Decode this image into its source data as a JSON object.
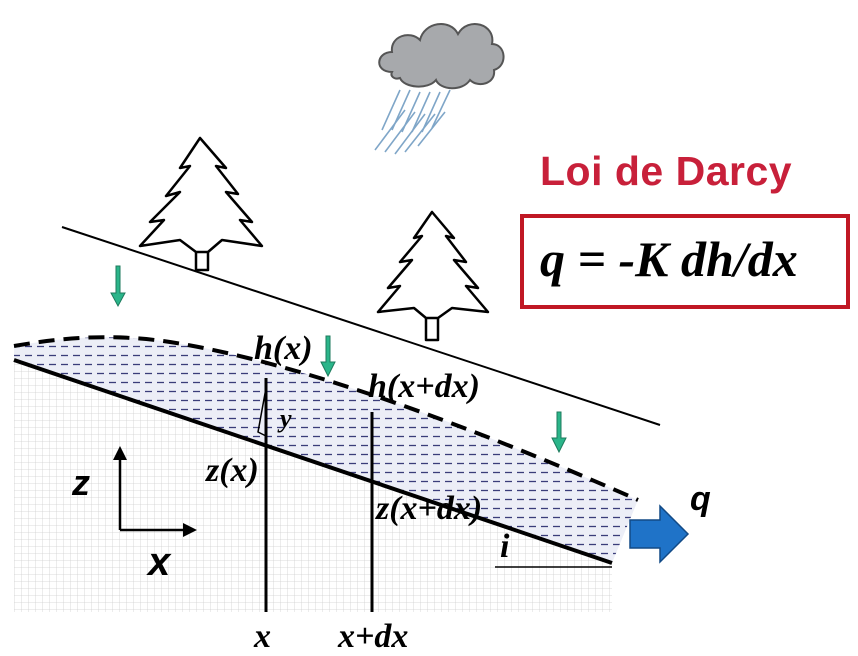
{
  "title": "Loi de Darcy",
  "equation": "q = -K dh/dx",
  "labels": {
    "h_x": "h(x)",
    "h_x_dx": "h(x+dx)",
    "y": "y",
    "z_x": "z(x)",
    "z_x_dx": "z(x+dx)",
    "i": "i",
    "x_bottom": "x",
    "x_dx_bottom": "x+dx",
    "q_out": "q",
    "axis_z": "z",
    "axis_x": "x"
  },
  "icons": [
    "cloud-rain-icon",
    "pine-tree-icon",
    "pine-tree-icon",
    "infiltration-arrow-icon",
    "outflow-arrow-icon"
  ],
  "colors": {
    "title": "#c8203a",
    "box_border": "#c01824",
    "infiltration_arrow": "#2bb58a",
    "outflow_arrow": "#1f73c8",
    "water_hatch": "#3a3d7a",
    "soil_grid": "#c8c8c8"
  }
}
